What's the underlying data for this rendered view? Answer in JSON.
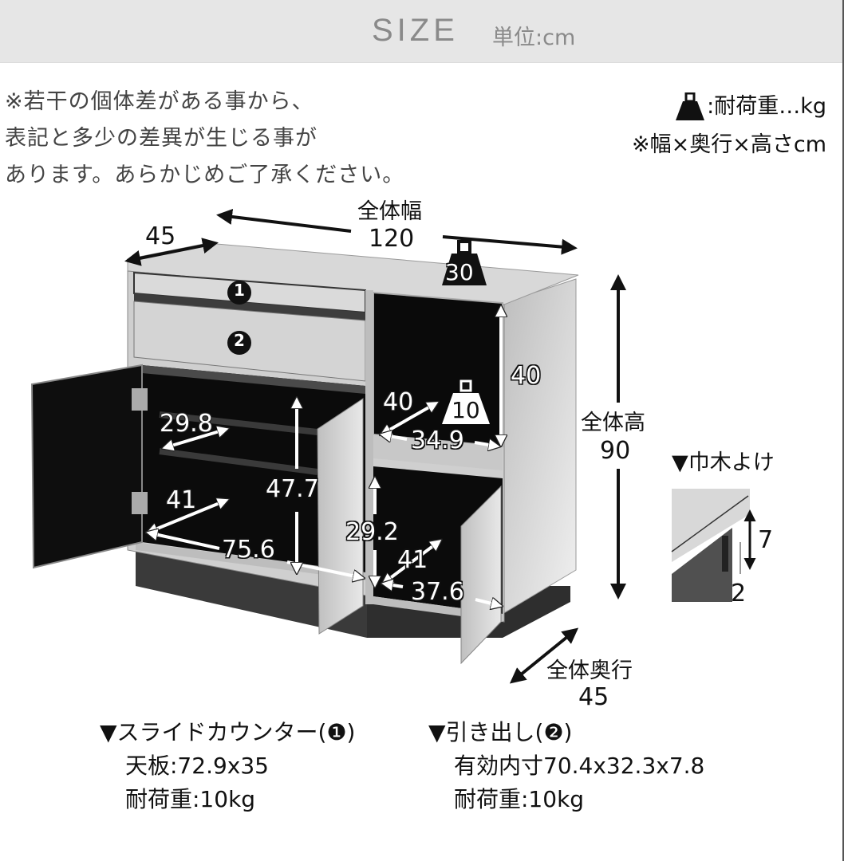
{
  "header": {
    "title": "SIZE",
    "unit": "単位:cm"
  },
  "note": {
    "lines": [
      "※若干の個体差がある事から、",
      "表記と多少の差異が生じる事が",
      "あります。あらかじめご了承ください。"
    ]
  },
  "legend": {
    "load_label": ":耐荷重…kg",
    "load_icon": "weight-icon",
    "dimension_order": "※幅×奥行×高さcm"
  },
  "diagram": {
    "overall_width_label": "全体幅",
    "overall_width": "120",
    "top_depth": "45",
    "top_load": "30",
    "overall_height_label": "全体高",
    "overall_height": "90",
    "overall_depth_label": "全体奥行",
    "overall_depth": "45",
    "markers": [
      "1",
      "2"
    ],
    "left_cabinet": {
      "shelf_depth": "29.8",
      "inner_depth": "41",
      "inner_height": "47.7",
      "inner_width": "75.6"
    },
    "open_shelf": {
      "depth": "40",
      "height": "40",
      "width": "34.9",
      "load": "10"
    },
    "right_cabinet": {
      "height": "29.2",
      "depth": "41",
      "width": "37.6"
    },
    "baseboard": {
      "title": "▼巾木よけ",
      "height": "7",
      "depth": "2"
    }
  },
  "specs": {
    "slide_counter": {
      "title": "▼スライドカウンター(❶)",
      "top_board": "天板:72.9x35",
      "load": "耐荷重:10kg"
    },
    "drawer": {
      "title": "▼引き出し(❷)",
      "inner_size": "有効内寸70.4x32.3x7.8",
      "load": "耐荷重:10kg"
    }
  },
  "colors": {
    "header_bg": "#e6e6e6",
    "header_text": "#8a8a8a",
    "cabinet_light": "#d9d9d9",
    "cabinet_dark": "#111111",
    "plinth": "#3a3a3a"
  }
}
